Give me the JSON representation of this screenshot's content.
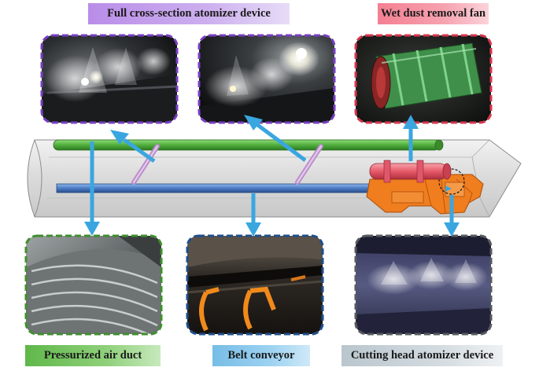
{
  "labels": {
    "atomizer": "Full cross-section atomizer device",
    "fan": "Wet dust removal fan",
    "duct": "Pressurized air duct",
    "belt": "Belt conveyor",
    "head": "Cutting head atomizer device"
  },
  "colors": {
    "atomizer_border": "#7a3fc4",
    "fan_border": "#d9364e",
    "duct_border": "#3f8f2e",
    "belt_border": "#1f4f8c",
    "head_border": "#555a5e",
    "arrow": "#3aa6e0",
    "tunnel": "#d9d9d9",
    "duct_pipe": "#56b24a",
    "belt_beam": "#4f7fc8",
    "machine": "#f07d1e",
    "fan_body": "#e85d6b",
    "spray_rod": "#c9a0d8"
  }
}
